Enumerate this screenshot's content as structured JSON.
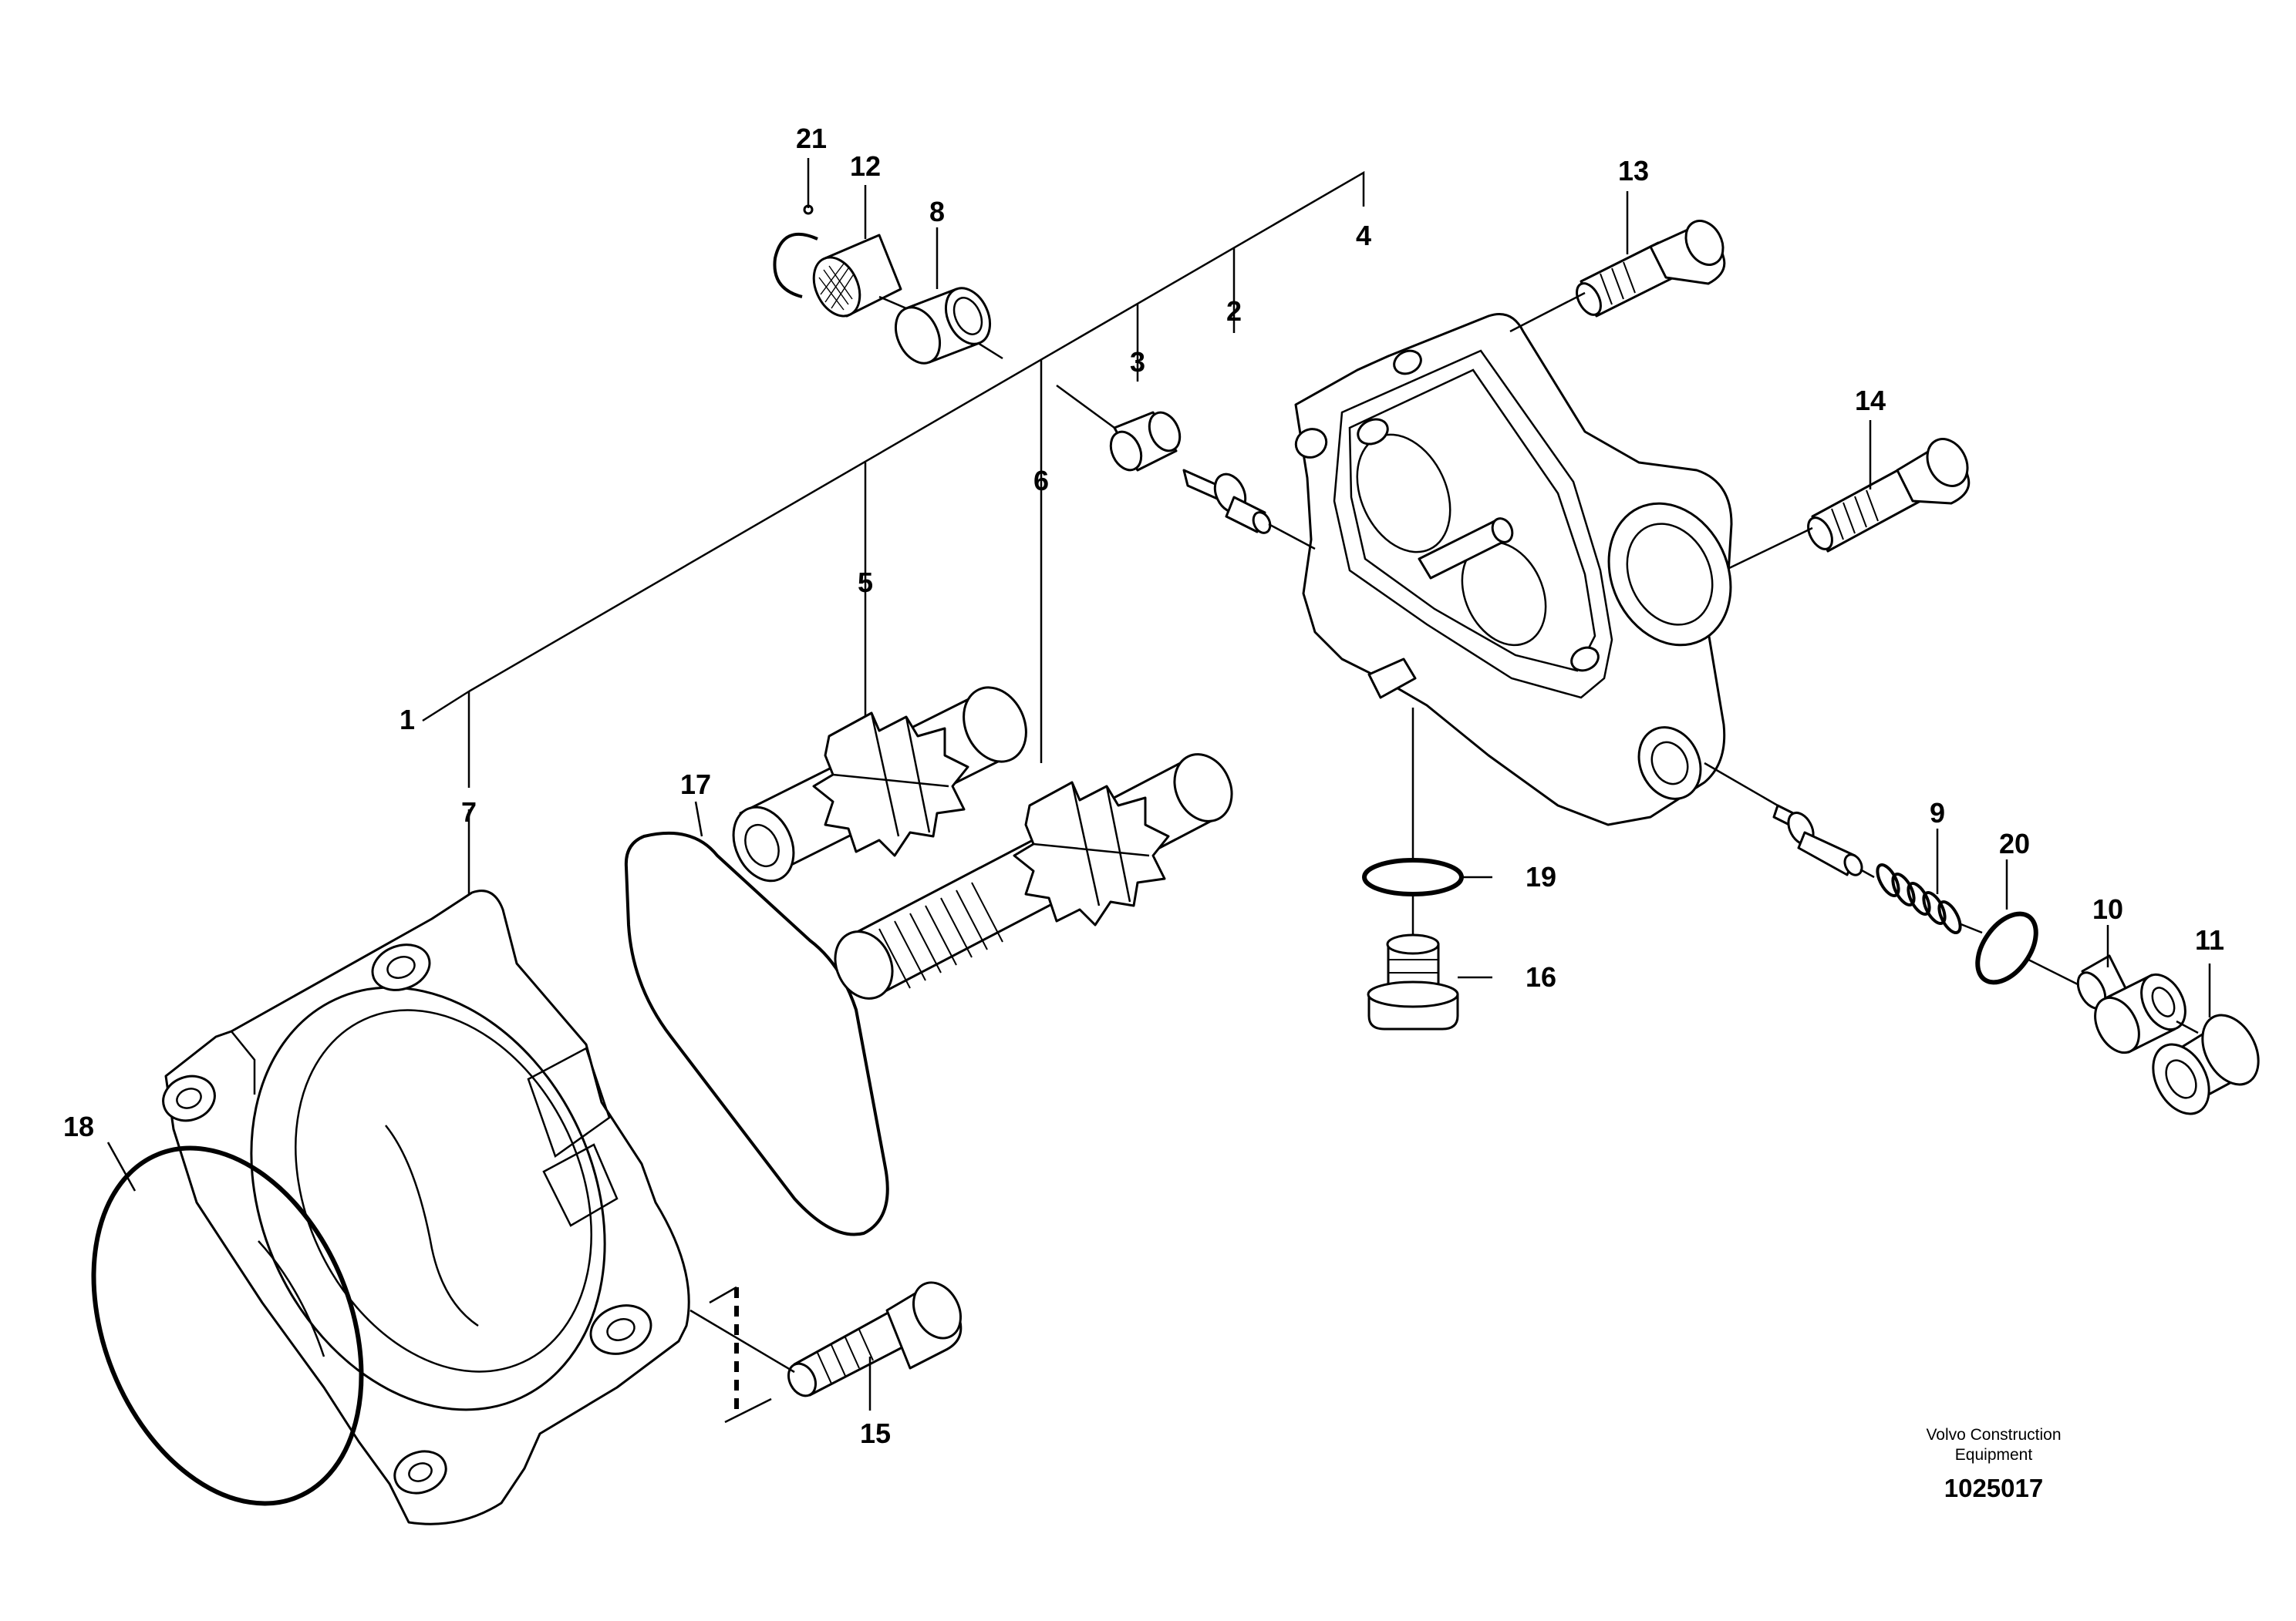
{
  "callouts": [
    {
      "id": "c1",
      "text": "1"
    },
    {
      "id": "c2",
      "text": "2"
    },
    {
      "id": "c3",
      "text": "3"
    },
    {
      "id": "c4",
      "text": "4"
    },
    {
      "id": "c5",
      "text": "5"
    },
    {
      "id": "c6",
      "text": "6"
    },
    {
      "id": "c7",
      "text": "7"
    },
    {
      "id": "c8",
      "text": "8"
    },
    {
      "id": "c9",
      "text": "9"
    },
    {
      "id": "c10",
      "text": "10"
    },
    {
      "id": "c11",
      "text": "11"
    },
    {
      "id": "c12",
      "text": "12"
    },
    {
      "id": "c13",
      "text": "13"
    },
    {
      "id": "c14",
      "text": "14"
    },
    {
      "id": "c15",
      "text": "15"
    },
    {
      "id": "c16",
      "text": "16"
    },
    {
      "id": "c17",
      "text": "17"
    },
    {
      "id": "c18",
      "text": "18"
    },
    {
      "id": "c19",
      "text": "19"
    },
    {
      "id": "c20",
      "text": "20"
    },
    {
      "id": "c21",
      "text": "21"
    }
  ],
  "credit": {
    "line1": "Volvo Construction",
    "line2": "Equipment",
    "drawing_id": "1025017"
  }
}
